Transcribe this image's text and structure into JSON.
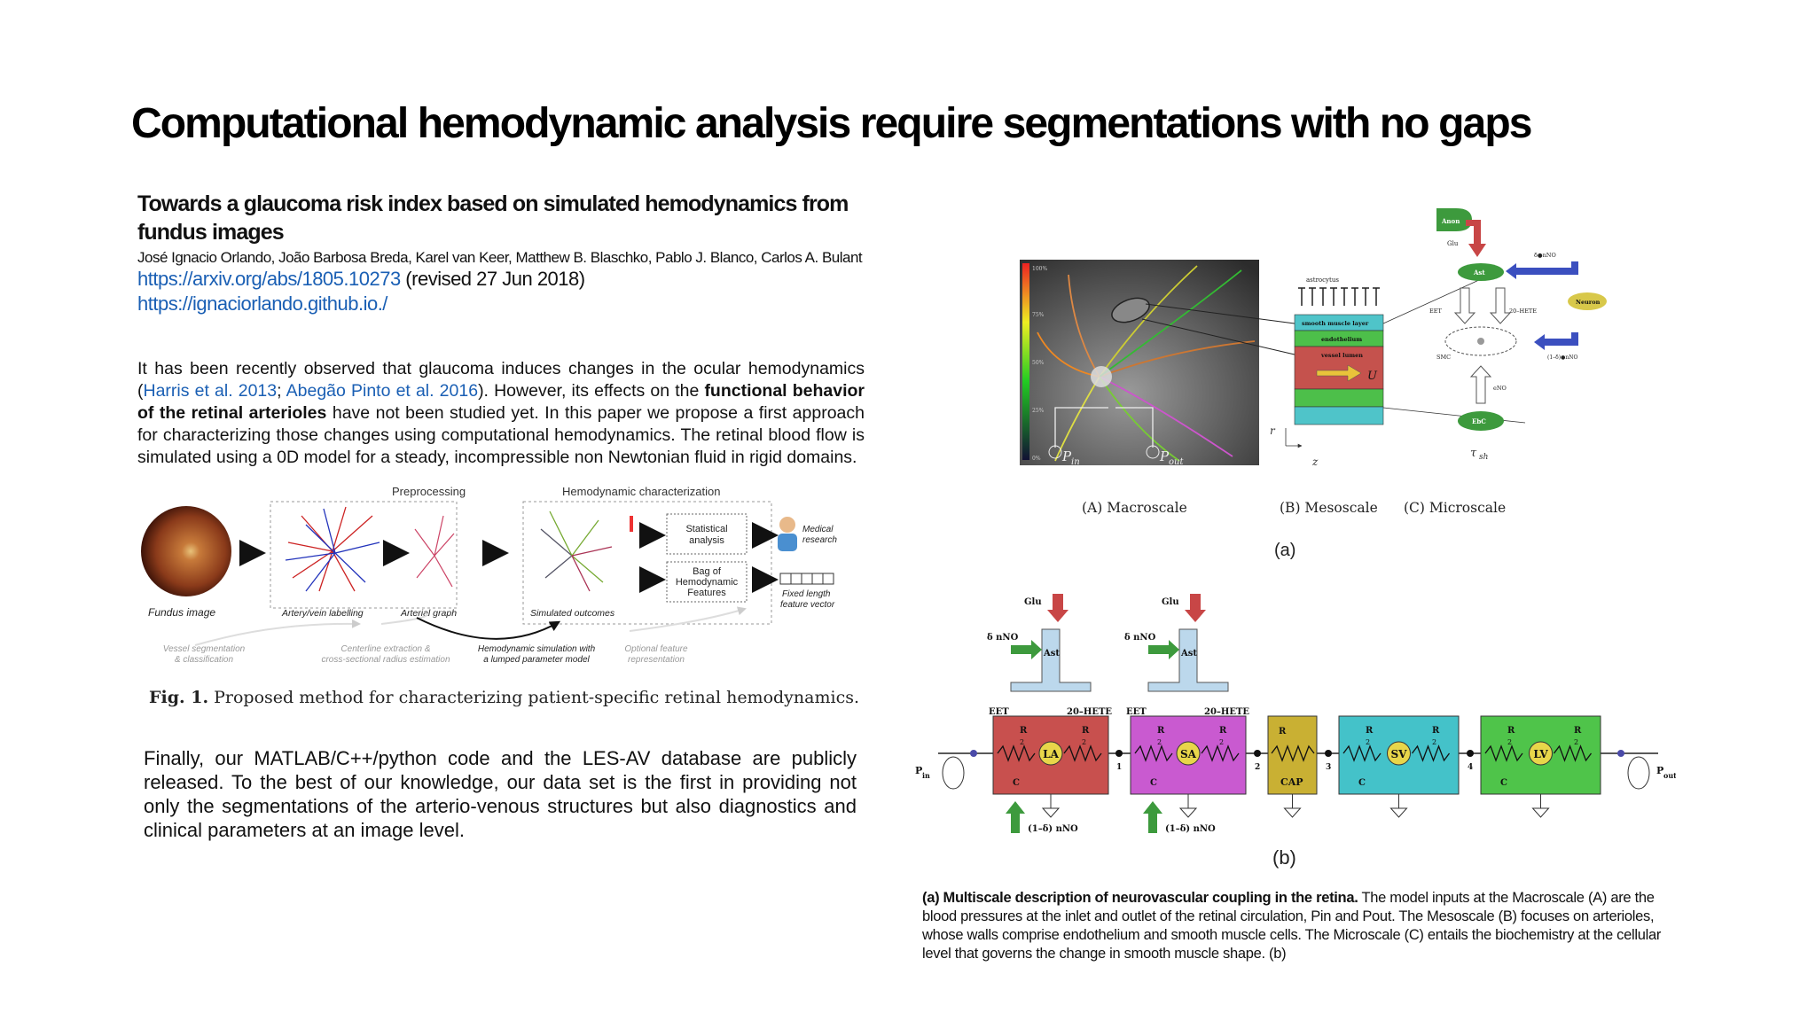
{
  "slide": {
    "title": "Computational hemodynamic analysis require segmentations with no gaps"
  },
  "paper": {
    "title": "Towards a glaucoma risk index based on simulated hemodynamics from fundus images",
    "authors": "José Ignacio Orlando, João Barbosa Breda, Karel van Keer, Matthew B. Blaschko, Pablo J. Blanco, Carlos A. Bulant",
    "arxiv_link": "https://arxiv.org/abs/1805.10273",
    "arxiv_note": " (revised 27 Jun 2018)",
    "github_link": "https://ignaciorlando.github.io./"
  },
  "abstract": {
    "t1": "It has been recently observed that glaucoma induces changes in the ocular hemodynamics (",
    "ref1": "Harris et al. 2013",
    "sep": "; ",
    "ref2": "Abegão Pinto et al. 2016",
    "t2": "). However, its effects on the ",
    "bold": "functional behavior of the retinal arterioles",
    "t3": " have not been studied yet. In this paper we propose a first approach for characterizing those changes using computational hemodynamics. The retinal blood flow is simulated using a 0D model for a steady, incompressible non Newtonian fluid in rigid domains."
  },
  "pipeline": {
    "preprocessing": "Preprocessing",
    "hemodynamic": "Hemodynamic characterization",
    "fundus": "Fundus image",
    "av_label": "Artery/vein labelling",
    "graph": "Arterial graph",
    "simulated": "Simulated outcomes",
    "stat1": "Statistical",
    "stat2": "analysis",
    "bag1": "Bag of",
    "bag2": "Hemodynamic",
    "bag3": "Features",
    "med1": "Medical",
    "med2": "research",
    "fixed1": "Fixed length",
    "fixed2": "feature vector",
    "s1a": "Vessel segmentation",
    "s1b": "& classification",
    "s2a": "Centerline extraction &",
    "s2b": "cross-sectional radius estimation",
    "s3a": "Hemodynamic simulation with",
    "s3b": "a lumped parameter model",
    "s4a": "Optional feature",
    "s4b": "representation"
  },
  "fig1": {
    "label": "Fig. 1.",
    "text": " Proposed method for characterizing patient-specific retinal hemodynamics."
  },
  "closing": "Finally, our MATLAB/C++/python code and the LES-AV database are publicly released. To the best of our knowledge, our data set is the first in providing not only the segmentations of the arterio-venous structures but also diagnostics and clinical parameters at an image level.",
  "figure_a": {
    "macroscale": "(A) Macroscale",
    "mesoscale": "(B) Mesoscale",
    "microscale": "(C) Microscale",
    "panel": "(a)",
    "scale_100": "100%",
    "scale_75": "75%",
    "scale_50": "50%",
    "scale_25": "25%",
    "scale_0": "0%",
    "p_in": "P",
    "p_in_sub": "in",
    "p_out": "P",
    "p_out_sub": "out",
    "astrocytus": "astrocytus",
    "smooth": "smooth muscle layer",
    "endothelium": "endothelium",
    "lumen": "vessel lumen",
    "u": "U",
    "r": "r",
    "z": "z",
    "tau": "τ",
    "tau_sub": "sh",
    "anon": "Anon",
    "glu": "Glu",
    "ast": "Ast",
    "nno": "δ●nNO",
    "neuron": "Neuron",
    "eet": "EET",
    "hete": "20–HETE",
    "smc": "SMC",
    "onno": "(1–δ)●nNO",
    "eno": "eNO",
    "ebc": "EbC"
  },
  "figure_b": {
    "panel": "(b)",
    "glu": "Glu",
    "dnno": "δ nNO",
    "ast": "Ast",
    "eet": "EET",
    "hete": "20–HETE",
    "onno": "(1–δ) nNO",
    "la": "LA",
    "sa": "SA",
    "cap": "CAP",
    "sv": "SV",
    "lv": "LV",
    "r": "R",
    "c": "C",
    "half": "2",
    "n1": "1",
    "n2": "2",
    "n3": "3",
    "n4": "4",
    "pin": "P",
    "pin_sub": "in",
    "pout": "P",
    "pout_sub": "out"
  },
  "caption": {
    "bold": "(a) Multiscale description of neurovascular coupling in the retina.",
    "text": " The model inputs at the Macroscale (A) are the blood pressures at the inlet and outlet of the retinal circulation, Pin and Pout. The Mesoscale (B) focuses on arterioles, whose walls comprise endothelium and smooth muscle cells. The Microscale (C) entails the biochemistry at the cellular level that governs the change in smooth muscle shape. (b)"
  },
  "colors": {
    "link": "#1a5fb4",
    "la_box": "#c8504e",
    "sa_box": "#c95ad0",
    "cap_box": "#c9b033",
    "sv_box": "#44c2c9",
    "lv_box": "#4fc44a",
    "green_arrow": "#3d9a3d",
    "red_arrow": "#c84646"
  }
}
